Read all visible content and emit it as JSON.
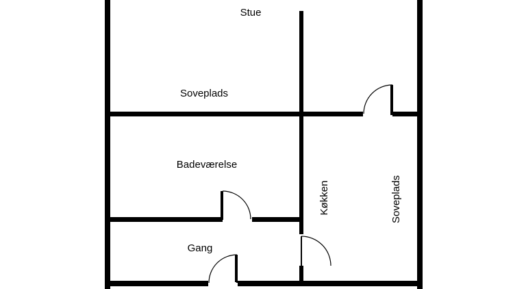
{
  "floor_plan": {
    "rooms": {
      "stue": "Stue",
      "soveplads_upper": "Soveplads",
      "badevaerelse": "Badeværelse",
      "gang": "Gang",
      "kokken": "Køkken",
      "soveplads_right": "Soveplads"
    },
    "colors": {
      "wall": "#000000",
      "background": "#ffffff"
    }
  }
}
